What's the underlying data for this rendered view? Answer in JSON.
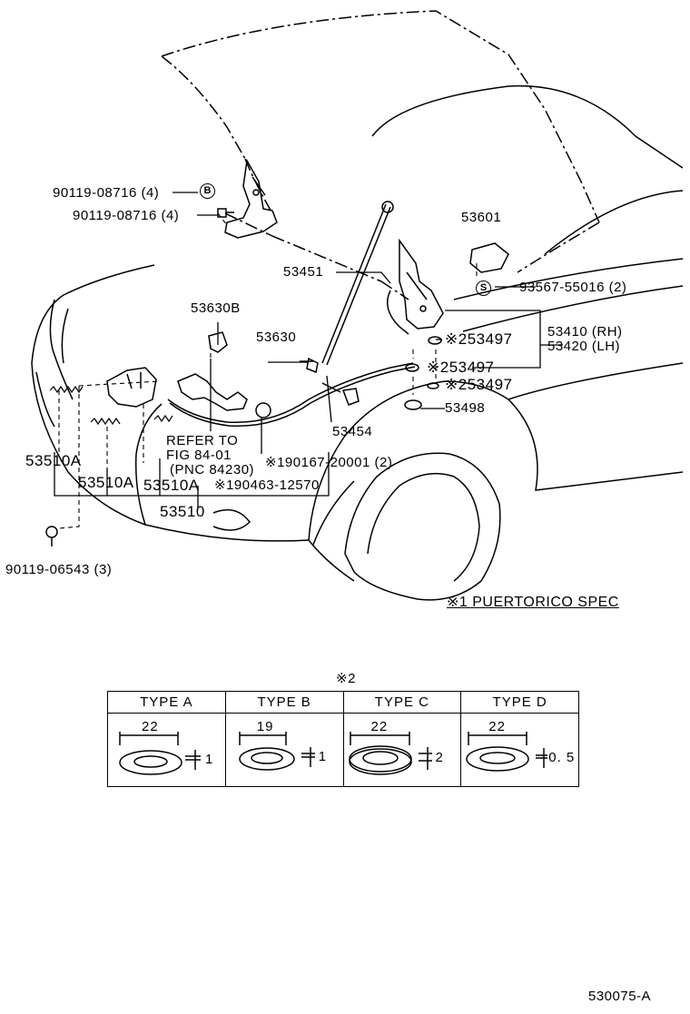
{
  "parts": {
    "bolt_b": "90119-08716 (4)",
    "bolt_b_marker": "B",
    "bolt": "90119-08716 (4)",
    "p53601": "53601",
    "p53451": "53451",
    "retainer": "93567-55016 (2)",
    "retainer_marker": "S",
    "p53630b": "53630B",
    "p53630": "53630",
    "p53410": "53410 (RH)",
    "p53420": "53420 (LH)",
    "p53497_1": "※253497",
    "p53497_2": "※253497",
    "p53497_3": "※253497",
    "p53498": "53498",
    "p53454": "53454",
    "refer_line1": "REFER TO",
    "refer_line2": "FIG 84-01",
    "refer_line3": "(PNC 84230)",
    "clip": "※190167-20001 (2)",
    "clip2": "※190463-12570",
    "p53510a_1": "53510A",
    "p53510a_2": "53510A",
    "p53510a_3": "53510A",
    "p53510": "53510",
    "screw": "90119-06543 (3)"
  },
  "spec_note": "※1 PUERTORICO SPEC",
  "table_note": "※2",
  "table": {
    "headers": [
      "TYPE  A",
      "TYPE  B",
      "TYPE  C",
      "TYPE  D"
    ],
    "diameters": [
      "22",
      "19",
      "22",
      "22"
    ],
    "thicknesses": [
      "1",
      "1",
      "2",
      "0. 5"
    ]
  },
  "figure_number": "530075-A"
}
